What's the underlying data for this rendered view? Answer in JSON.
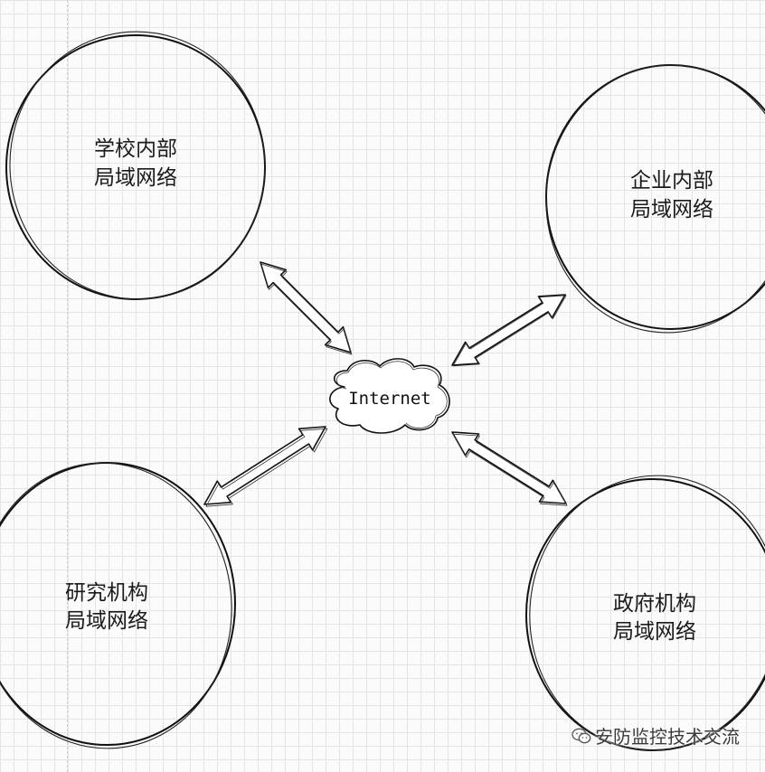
{
  "diagram": {
    "center": {
      "label": "Internet"
    },
    "nodes": [
      {
        "id": "school",
        "line1": "学校内部",
        "line2": "局域网络"
      },
      {
        "id": "enterprise",
        "line1": "企业内部",
        "line2": "局域网络"
      },
      {
        "id": "research",
        "line1": "研究机构",
        "line2": "局域网络"
      },
      {
        "id": "government",
        "line1": "政府机构",
        "line2": "局域网络"
      }
    ],
    "connections": [
      {
        "from": "school",
        "to": "internet",
        "direction": "bidirectional"
      },
      {
        "from": "enterprise",
        "to": "internet",
        "direction": "bidirectional"
      },
      {
        "from": "research",
        "to": "internet",
        "direction": "bidirectional"
      },
      {
        "from": "government",
        "to": "internet",
        "direction": "bidirectional"
      }
    ]
  },
  "watermark": {
    "text": "安防监控技术交流",
    "icon": "wechat-icon"
  },
  "colors": {
    "stroke": "#111111",
    "grid": "#e4e4e4",
    "background": "#fbfbfb"
  }
}
